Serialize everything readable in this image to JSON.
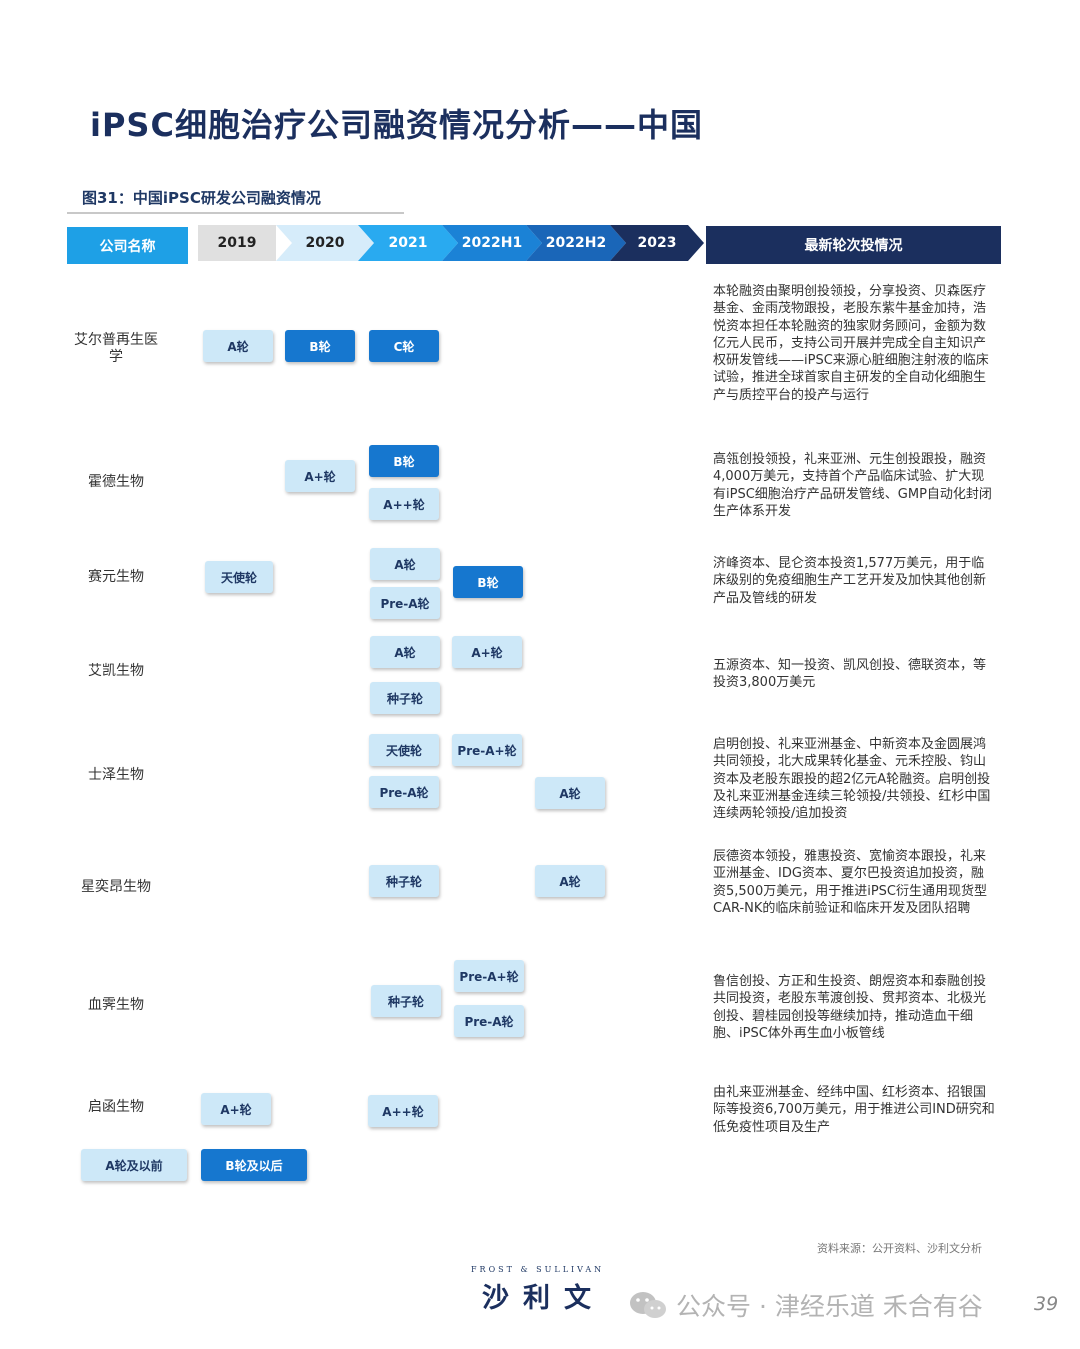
{
  "page": {
    "title": "iPSC细胞治疗公司融资情况分析——中国",
    "figure_caption": "图31：中国iPSC研发公司融资情况",
    "source": "资料来源：公开资料、沙利文分析",
    "page_number": "39"
  },
  "header": {
    "company_label": "公司名称",
    "years": [
      "2019",
      "2020",
      "2021",
      "2022H1",
      "2022H2",
      "2023"
    ],
    "latest_label": "最新轮次投情况"
  },
  "colors": {
    "light_badge": "#cde8f8",
    "dark_badge": "#1677cf",
    "header_blue": "#1ea0e6",
    "navy": "#1b2f5e"
  },
  "companies": [
    {
      "name": "艾尔普再生医学",
      "rounds": [
        {
          "year": "2019",
          "label": "A轮"
        },
        {
          "year": "2020",
          "label": "B轮"
        },
        {
          "year": "2021",
          "label": "C轮"
        }
      ],
      "description": "本轮融资由聚明创投领投，分享投资、贝森医疗基金、金雨茂物跟投，老股东紫牛基金加持，浩悦资本担任本轮融资的独家财务顾问，金额为数亿元人民币，支持公司开展并完成全自主知识产权研发管线——iPSC来源心脏细胞注射液的临床试验，推进全球首家自主研发的全自动化细胞生产与质控平台的投产与运行"
    },
    {
      "name": "霍德生物",
      "rounds": [
        {
          "year": "2020",
          "label": "A+轮"
        },
        {
          "year": "2021",
          "label": "B轮"
        },
        {
          "year": "2021",
          "label": "A++轮"
        }
      ],
      "description": "高瓴创投领投，礼来亚洲、元生创投跟投，融资4,000万美元，支持首个产品临床试验、扩大现有iPSC细胞治疗产品研发管线、GMP自动化封闭生产体系开发"
    },
    {
      "name": "赛元生物",
      "rounds": [
        {
          "year": "2019",
          "label": "天使轮"
        },
        {
          "year": "2021",
          "label": "A轮"
        },
        {
          "year": "2021",
          "label": "Pre-A轮"
        },
        {
          "year": "2022H1",
          "label": "B轮"
        }
      ],
      "description": "济峰资本、昆仑资本投资1,577万美元，用于临床级别的免疫细胞生产工艺开发及加快其他创新产品及管线的研发"
    },
    {
      "name": "艾凯生物",
      "rounds": [
        {
          "year": "2021",
          "label": "A轮"
        },
        {
          "year": "2022H1",
          "label": "A+轮"
        },
        {
          "year": "2021",
          "label": "种子轮"
        }
      ],
      "description": "五源资本、知一投资、凯风创投、德联资本，等投资3,800万美元"
    },
    {
      "name": "士泽生物",
      "rounds": [
        {
          "year": "2021",
          "label": "天使轮"
        },
        {
          "year": "2022H1",
          "label": "Pre-A+轮"
        },
        {
          "year": "2021",
          "label": "Pre-A轮"
        },
        {
          "year": "2022H2",
          "label": "A轮"
        }
      ],
      "description": "启明创投、礼来亚洲基金、中新资本及金圆展鸿共同领投，北大成果转化基金、元禾控股、钧山资本及老股东跟投的超2亿元A轮融资。启明创投及礼来亚洲基金连续三轮领投/共领投、红杉中国连续两轮领投/追加投资"
    },
    {
      "name": "星奕昂生物",
      "rounds": [
        {
          "year": "2021",
          "label": "种子轮"
        },
        {
          "year": "2022H2",
          "label": "A轮"
        }
      ],
      "description": "辰德资本领投，雅惠投资、宽愉资本跟投，礼来亚洲基金、IDG资本、夏尔巴投资追加投资，融资5,500万美元，用于推进iPSC衍生通用现货型CAR-NK的临床前验证和临床开发及团队招聘"
    },
    {
      "name": "血霁生物",
      "rounds": [
        {
          "year": "2022H1",
          "label": "Pre-A+轮"
        },
        {
          "year": "2021",
          "label": "种子轮"
        },
        {
          "year": "2022H1",
          "label": "Pre-A轮"
        }
      ],
      "description": "鲁信创投、方正和生投资、朗煜资本和泰融创投共同投资，老股东苇渡创投、贯邦资本、北极光创投、碧桂园创投等继续加持，推动造血干细胞、iPSC体外再生血小板管线"
    },
    {
      "name": "启函生物",
      "rounds": [
        {
          "year": "2019",
          "label": "A+轮"
        },
        {
          "year": "2021",
          "label": "A++轮"
        }
      ],
      "description": "由礼来亚洲基金、经纬中国、红杉资本、招银国际等投资6,700万美元，用于推进公司IND研究和低免疫性项目及生产"
    }
  ],
  "legend": {
    "a_and_before": "A轮及以前",
    "b_and_after": "B轮及以后"
  },
  "watermark": "公众号 · 津经乐道 禾合有谷",
  "brand": {
    "en": "FROST & SULLIVAN",
    "cn": "沙利文"
  }
}
